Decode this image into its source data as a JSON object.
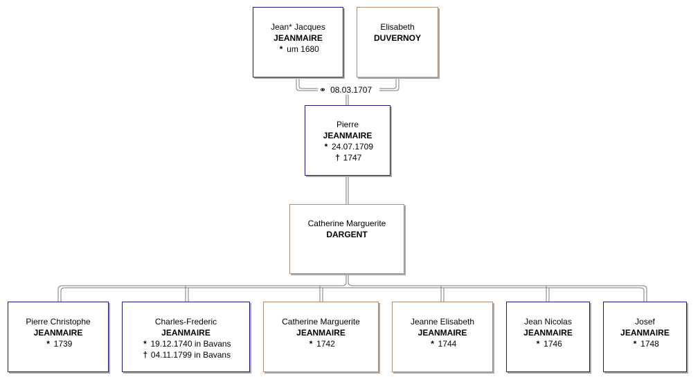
{
  "parents": {
    "father": {
      "given": "Jean* Jacques",
      "surname": "JEANMAIRE",
      "birth": "um 1680",
      "birth_symbol": "*"
    },
    "mother": {
      "given": "Elisabeth",
      "surname": "DUVERNOY"
    }
  },
  "marriage": {
    "symbol": "⚭",
    "date": "08.03.1707"
  },
  "person": {
    "given": "Pierre",
    "surname": "JEANMAIRE",
    "birth_symbol": "*",
    "birth": "24.07.1709",
    "death_symbol": "†",
    "death": "1747"
  },
  "spouse": {
    "given": "Catherine Marguerite",
    "surname": "DARGENT"
  },
  "children": [
    {
      "given": "Pierre Christophe",
      "surname": "JEANMAIRE",
      "birth_symbol": "*",
      "birth": "1739",
      "death_symbol": "",
      "death": ""
    },
    {
      "given": "Charles-Frederic",
      "surname": "JEANMAIRE",
      "birth_symbol": "*",
      "birth": "19.12.1740 in Bavans",
      "death_symbol": "†",
      "death": "04.11.1799 in Bavans"
    },
    {
      "given": "Catherine Marguerite",
      "surname": "JEANMAIRE",
      "birth_symbol": "*",
      "birth": "1742",
      "death_symbol": "",
      "death": ""
    },
    {
      "given": "Jeanne Elisabeth",
      "surname": "JEANMAIRE",
      "birth_symbol": "*",
      "birth": "1744",
      "death_symbol": "",
      "death": ""
    },
    {
      "given": "Jean Nicolas",
      "surname": "JEANMAIRE",
      "birth_symbol": "*",
      "birth": "1746",
      "death_symbol": "",
      "death": ""
    },
    {
      "given": "Josef",
      "surname": "JEANMAIRE",
      "birth_symbol": "*",
      "birth": "1748",
      "death_symbol": "",
      "death": ""
    }
  ],
  "colors": {
    "male_border": "#1a1a7e",
    "female_border": "#b48a6e",
    "line": "#808080",
    "shadow": "#a9a9a9"
  }
}
